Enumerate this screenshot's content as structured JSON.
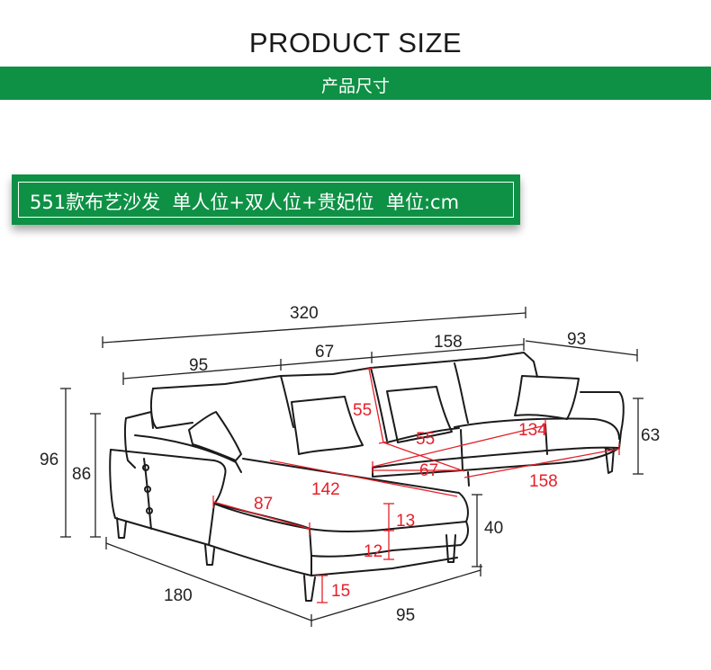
{
  "header": {
    "title": "PRODUCT SIZE",
    "subtitle": "产品尺寸"
  },
  "spec": {
    "text": "551款布艺沙发  单人位+双人位+贵妃位  单位:cm"
  },
  "colors": {
    "brand_green": "#0e9145",
    "dimension_red": "#e4202a",
    "line_black": "#222222"
  },
  "dimensions": {
    "total_width": "320",
    "left_section": "95",
    "middle_section": "67",
    "right_section": "158",
    "right_depth": "93",
    "total_height": "96",
    "back_height": "86",
    "right_height": "63",
    "back_cushion": "55",
    "seat_depth": "55",
    "seat_front": "67",
    "seat_width": "134",
    "base_width": "158",
    "chaise_length": "142",
    "chaise_cushion_width": "87",
    "cushion_thickness": "13",
    "base_thickness": "12",
    "seat_height": "40",
    "leg_height": "15",
    "chaise_total_length": "180",
    "chaise_width": "95"
  }
}
